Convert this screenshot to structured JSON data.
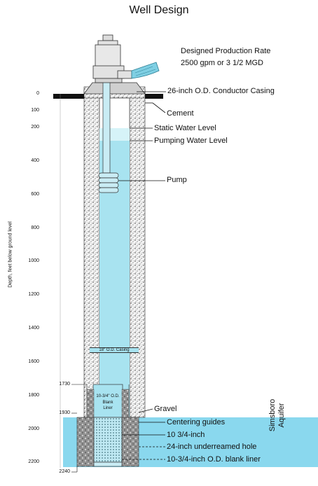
{
  "title": "Well Design",
  "y_axis": {
    "label": "Depth, feet below ground level",
    "ticks": [
      "0",
      "100",
      "200",
      "400",
      "600",
      "800",
      "1000",
      "1200",
      "1400",
      "1600",
      "1800",
      "2000",
      "2200"
    ],
    "marks": [
      "1730",
      "1930",
      "2240"
    ]
  },
  "labels": {
    "production_rate_1": "Designed Production Rate",
    "production_rate_2": "2500 gpm or 3 1/2 MGD",
    "conductor": "26-inch O.D. Conductor Casing",
    "cement": "Cement",
    "static": "Static Water Level",
    "pumping": "Pumping Water Level",
    "pump": "Pump",
    "casing": "18\" O.D. Casing",
    "liner_1": "10-3/4\" O.D.",
    "liner_2": "Blank",
    "liner_3": "Liner",
    "gravel": "Gravel",
    "centering": "Centering guides",
    "screen": "10 3/4-inch",
    "hole": "24-inch underreamed hole",
    "blank_liner": "10-3/4-inch O.D. blank liner",
    "aquifer_1": "Simsboro",
    "aquifer_2": "Aquifer"
  },
  "colors": {
    "water": "#a8e3f0",
    "static_zone": "#d6f3f8",
    "aquifer": "#8ad8ee",
    "line": "#111111"
  }
}
